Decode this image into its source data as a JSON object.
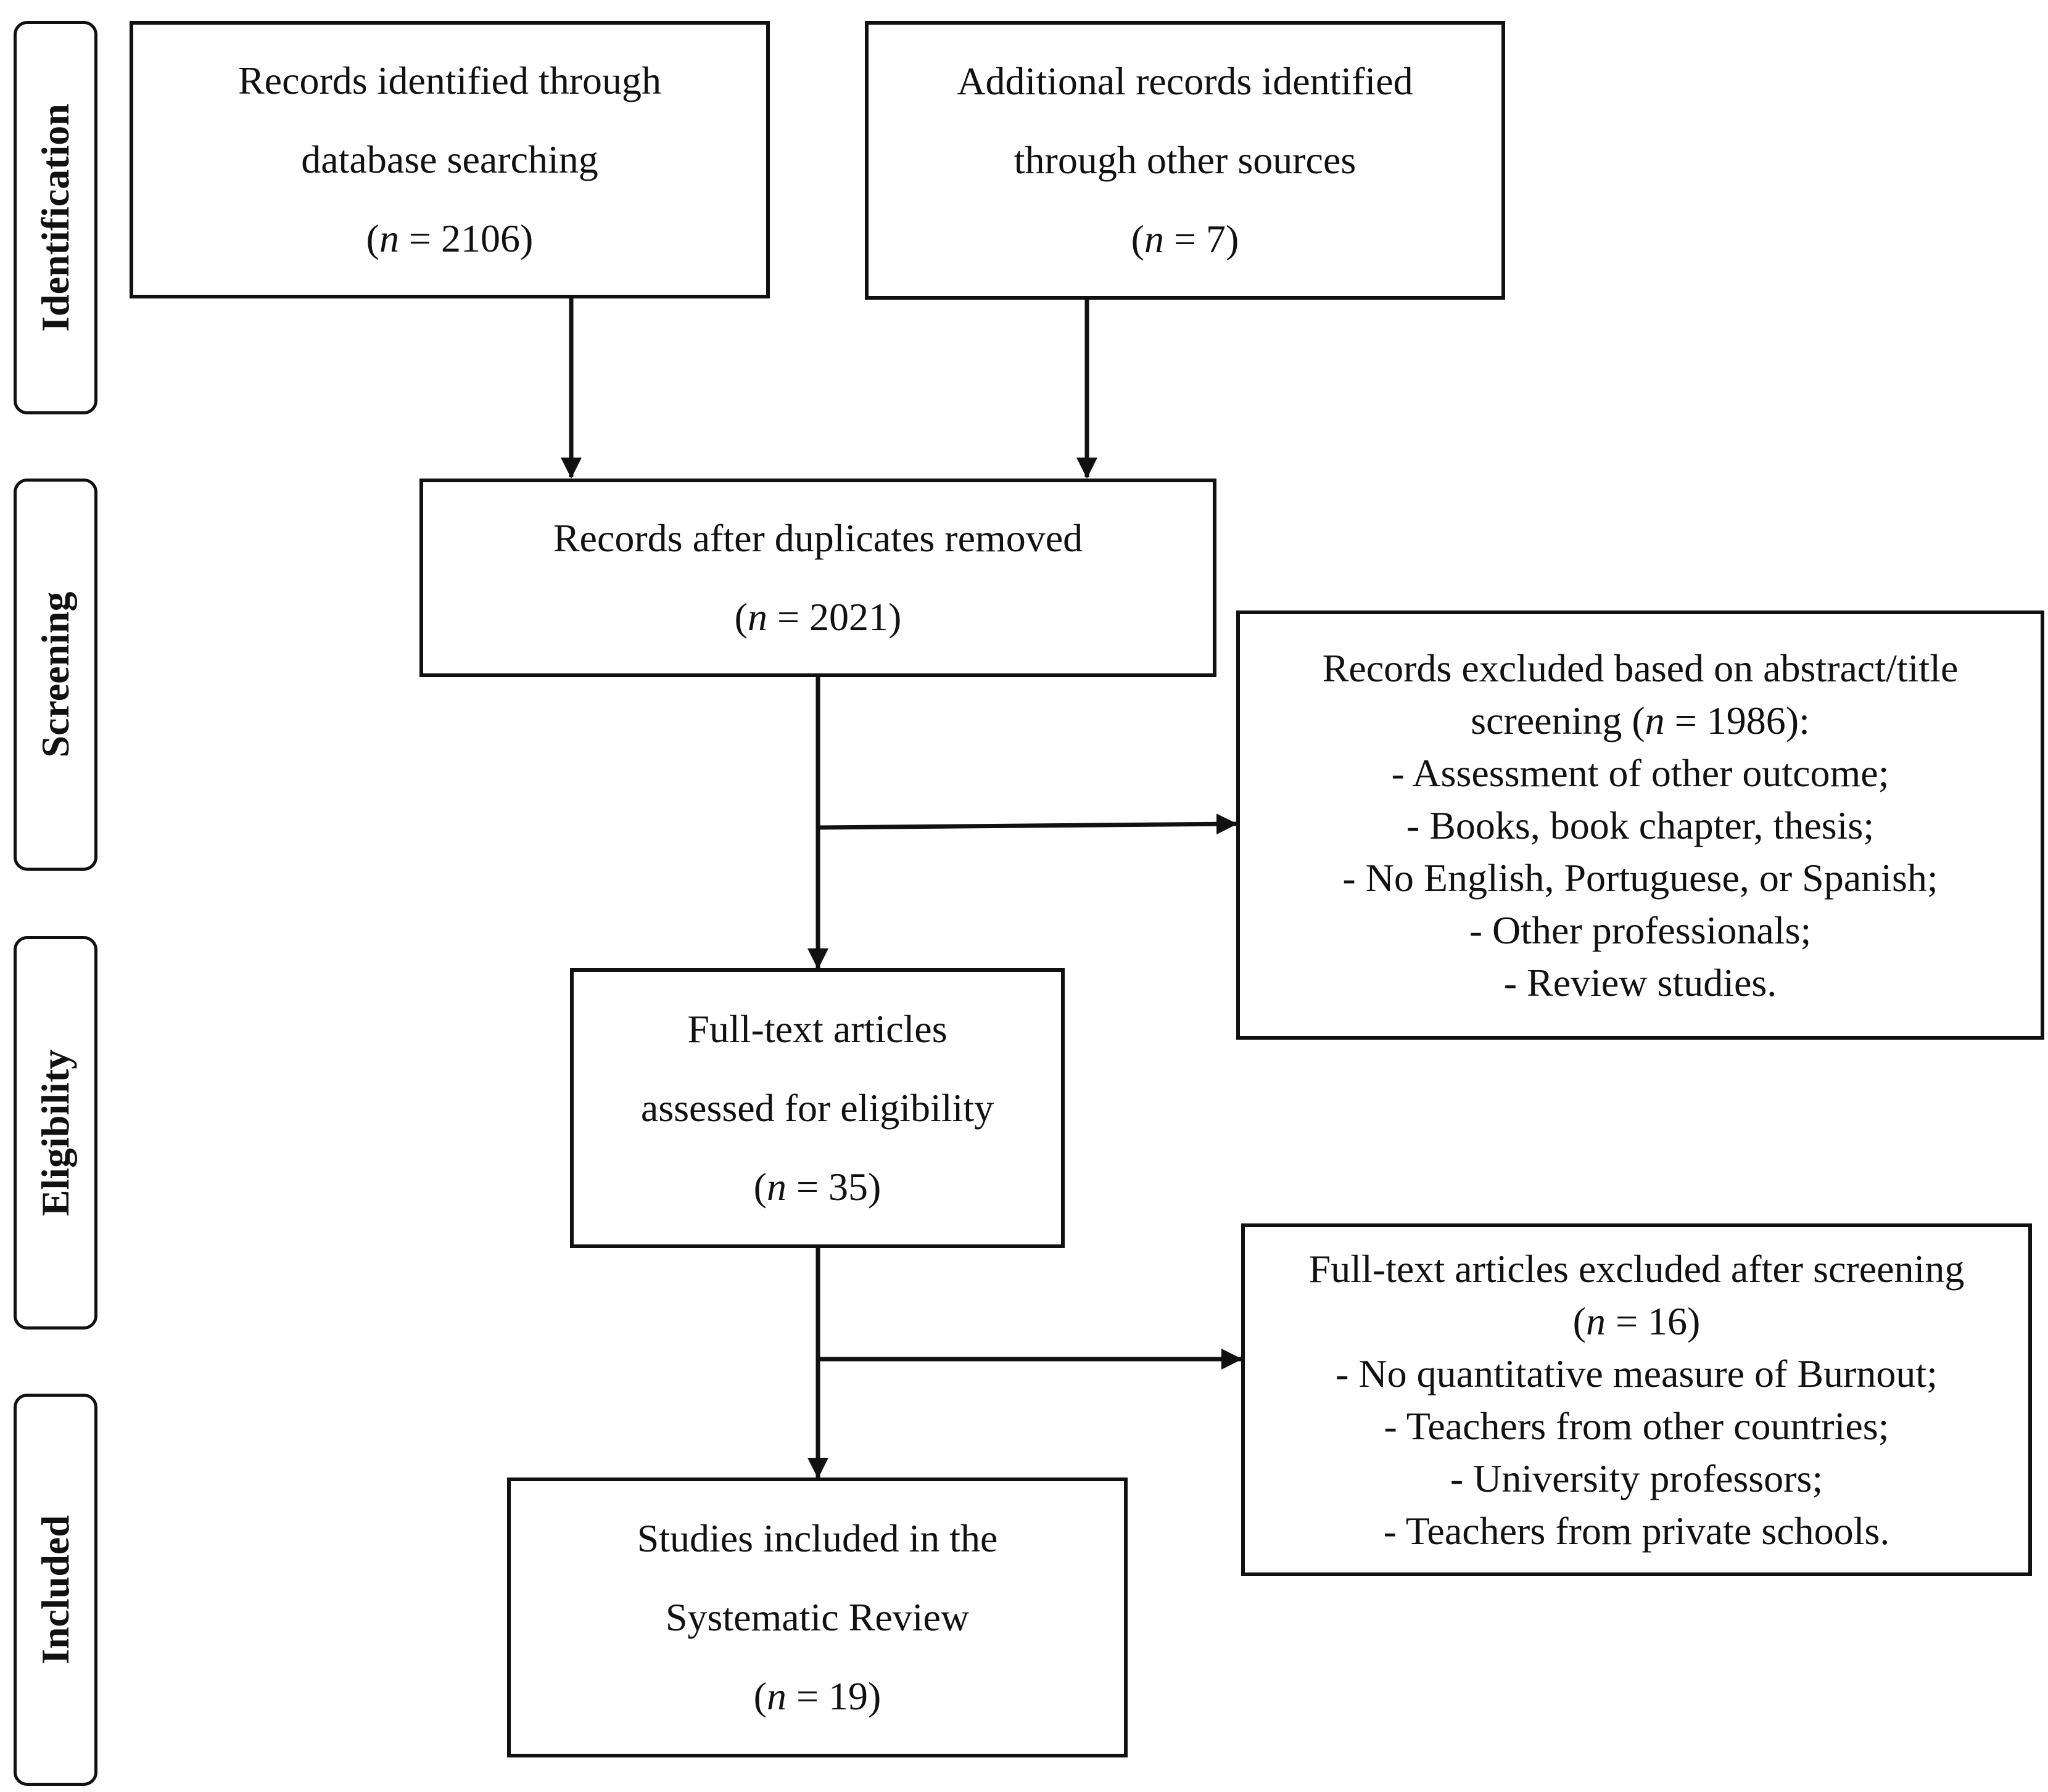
{
  "stages": {
    "identification": "Identification",
    "screening": "Screening",
    "eligibility": "Eligibility",
    "included": "Included"
  },
  "boxes": {
    "database": {
      "line1": "Records identified through",
      "line2": "database searching",
      "n_prefix": "(",
      "n_var": "n",
      "n_text": " = 2106)"
    },
    "other_sources": {
      "line1": "Additional records identified",
      "line2": "through other sources",
      "n_prefix": "(",
      "n_var": "n",
      "n_text": " = 7)"
    },
    "after_duplicates": {
      "line1": "Records after duplicates removed",
      "n_prefix": "(",
      "n_var": "n",
      "n_text": " = 2021)"
    },
    "excluded_screening": {
      "line1": "Records excluded based on abstract/title",
      "line2_prefix": "screening (",
      "line2_var": "n",
      "line2_text": " = 1986):",
      "items": [
        "- Assessment of other outcome;",
        "- Books, book chapter, thesis;",
        "- No English, Portuguese, or Spanish;",
        "- Other professionals;",
        "- Review studies."
      ]
    },
    "full_text": {
      "line1": "Full-text articles",
      "line2": "assessed for eligibility",
      "n_prefix": "(",
      "n_var": "n",
      "n_text": " = 35)"
    },
    "excluded_full_text": {
      "line1": "Full-text articles excluded after screening",
      "n_prefix": "(",
      "n_var": "n",
      "n_text": " = 16)",
      "items": [
        "- No quantitative measure of Burnout;",
        "- Teachers from other countries;",
        "- University professors;",
        "- Teachers from private schools."
      ]
    },
    "included": {
      "line1": "Studies included in the",
      "line2": "Systematic Review",
      "n_prefix": "(",
      "n_var": "n",
      "n_text": " = 19)"
    }
  }
}
